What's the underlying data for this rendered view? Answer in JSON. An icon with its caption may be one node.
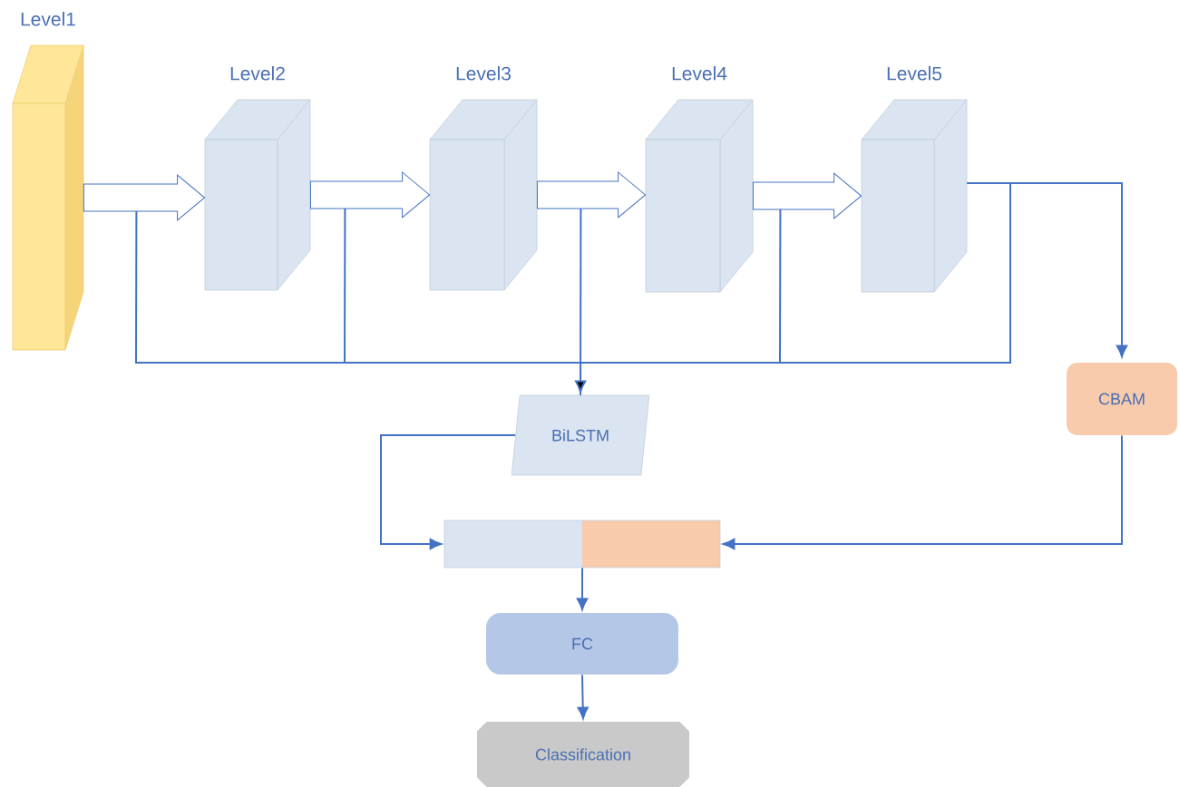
{
  "diagram": {
    "nodes": [
      {
        "text": [
          "Level1"
        ]
      },
      {
        "text": [
          "Level2"
        ]
      },
      {
        "text": [
          "Level3"
        ]
      },
      {
        "text": [
          "Level4"
        ]
      },
      {
        "text": [
          "Level5"
        ]
      },
      {
        "text": [
          "BiLSTM"
        ]
      },
      {
        "text": [
          "CBAM"
        ]
      },
      {
        "text": [],
        "shape": "bar"
      },
      {
        "text": [
          "FC"
        ]
      },
      {
        "text": [
          "Classification"
        ]
      }
    ],
    "edges": [
      {
        "from": 0,
        "to": 1,
        "arrow": "to",
        "style": "thick"
      },
      {
        "from": 1,
        "to": 2,
        "arrow": "to",
        "style": "thick"
      },
      {
        "from": 2,
        "to": 3,
        "arrow": "to",
        "style": "thick"
      },
      {
        "from": 3,
        "to": 4,
        "arrow": "to",
        "style": "thick"
      },
      {
        "from": 0,
        "to": 5,
        "arrow": "to"
      },
      {
        "from": 1,
        "to": 5,
        "arrow": "to"
      },
      {
        "from": 2,
        "to": 5,
        "arrow": "to"
      },
      {
        "from": 3,
        "to": 5,
        "arrow": "to"
      },
      {
        "from": 4,
        "to": 5,
        "arrow": "to"
      },
      {
        "from": 4,
        "to": 6,
        "arrow": "to"
      },
      {
        "from": 5,
        "to": 7,
        "arrow": "to"
      },
      {
        "from": 6,
        "to": 7,
        "arrow": "to"
      },
      {
        "from": 7,
        "to": 8,
        "arrow": "to"
      },
      {
        "from": 8,
        "to": 9,
        "arrow": "to"
      }
    ]
  }
}
